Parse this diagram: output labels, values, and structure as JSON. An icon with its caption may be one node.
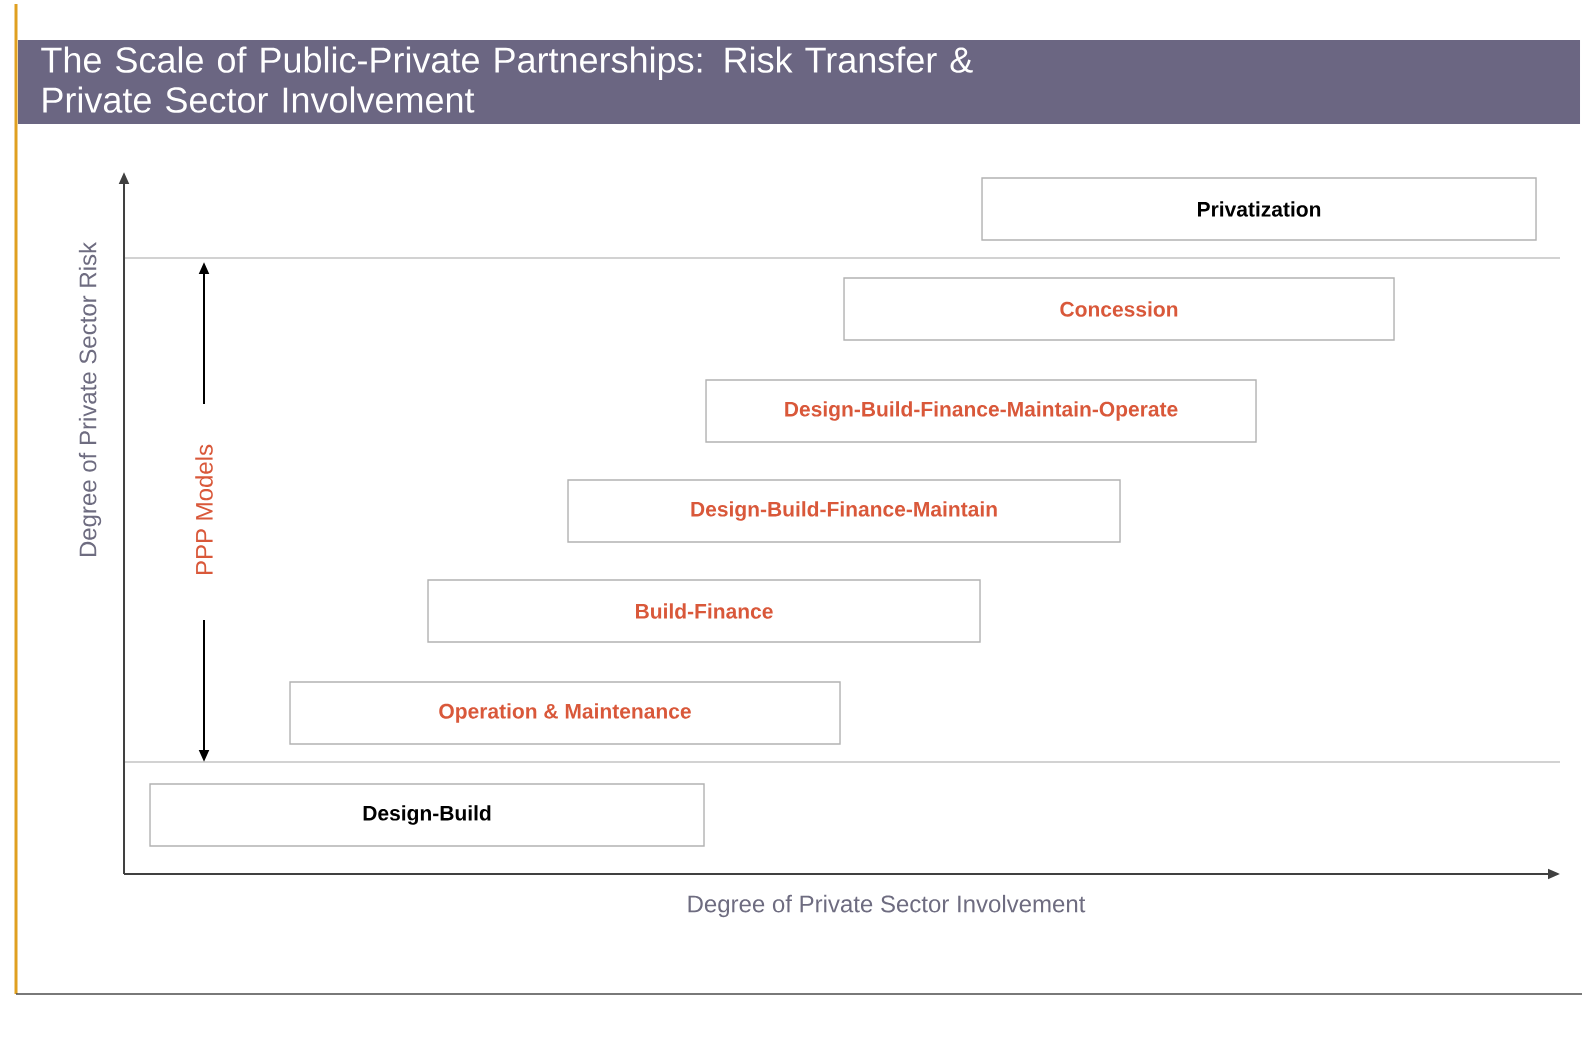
{
  "diagram": {
    "title": "The Scale of Public-Private Partnerships: Risk Transfer & Private Sector Involvement",
    "nodes": [
      {
        "text": [
          "Privatization"
        ]
      },
      {
        "text": [
          "Concession"
        ]
      },
      {
        "text": [
          "Design-Build-Finance-Maintain-Operate"
        ]
      },
      {
        "text": [
          "Design-Build-Finance-Maintain"
        ]
      },
      {
        "text": [
          "Build-Finance"
        ]
      },
      {
        "text": [
          "Operation & Maintenance"
        ]
      },
      {
        "text": [
          "Design-Build"
        ]
      }
    ],
    "labels": [
      "Degree of Private Sector Risk",
      "PPP Models",
      "Degree of Private Sector Involvement"
    ]
  }
}
